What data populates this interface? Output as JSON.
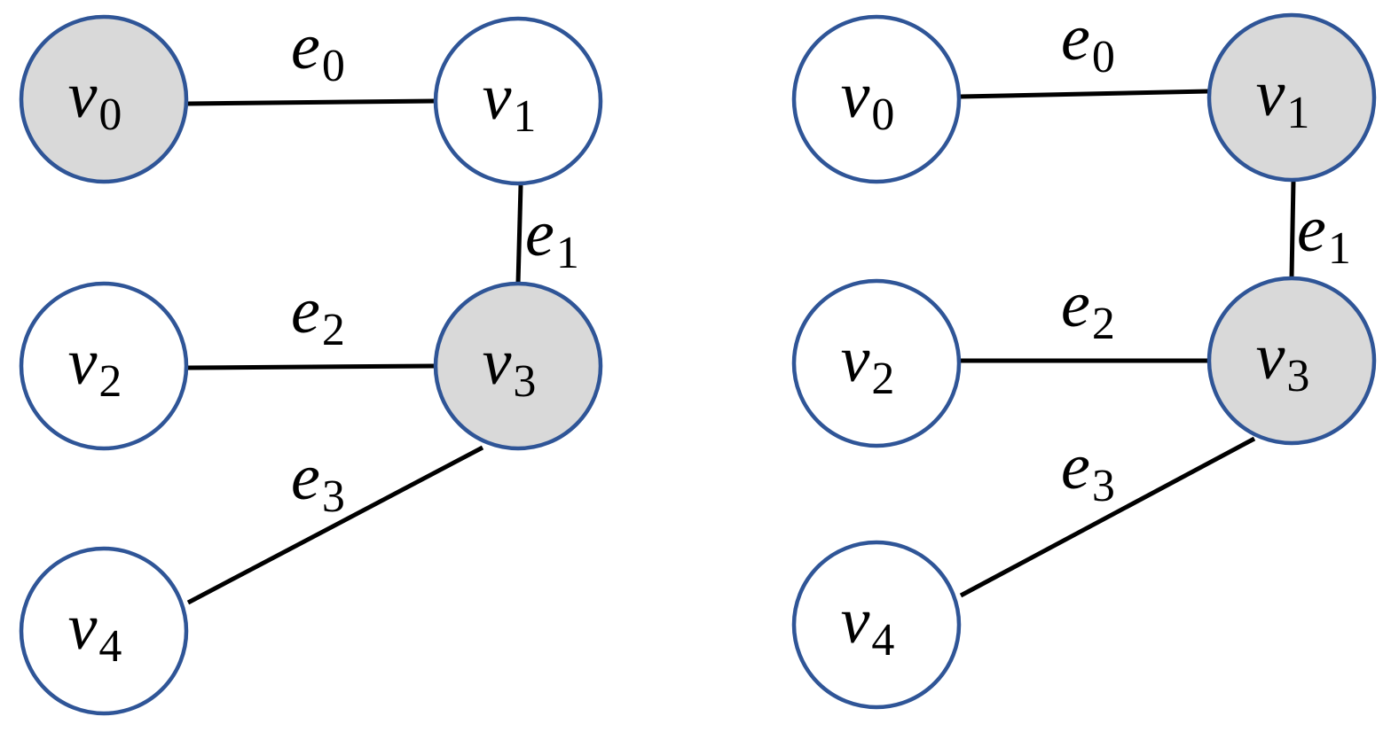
{
  "colors": {
    "node_stroke": "#2f5597",
    "selected_fill": "#d9d9d9",
    "unselected_fill": "#ffffff",
    "edge": "#000000",
    "text": "#000000"
  },
  "graphs": [
    {
      "id": "left",
      "nodes": [
        {
          "id": "v0",
          "letter": "v",
          "sub": "0",
          "selected": true
        },
        {
          "id": "v1",
          "letter": "v",
          "sub": "1",
          "selected": false
        },
        {
          "id": "v2",
          "letter": "v",
          "sub": "2",
          "selected": false
        },
        {
          "id": "v3",
          "letter": "v",
          "sub": "3",
          "selected": true
        },
        {
          "id": "v4",
          "letter": "v",
          "sub": "4",
          "selected": false
        }
      ],
      "edges": [
        {
          "id": "e0",
          "letter": "e",
          "sub": "0",
          "from": "v0",
          "to": "v1"
        },
        {
          "id": "e1",
          "letter": "e",
          "sub": "1",
          "from": "v1",
          "to": "v3"
        },
        {
          "id": "e2",
          "letter": "e",
          "sub": "2",
          "from": "v2",
          "to": "v3"
        },
        {
          "id": "e3",
          "letter": "e",
          "sub": "3",
          "from": "v3",
          "to": "v4"
        }
      ]
    },
    {
      "id": "right",
      "nodes": [
        {
          "id": "v0",
          "letter": "v",
          "sub": "0",
          "selected": false
        },
        {
          "id": "v1",
          "letter": "v",
          "sub": "1",
          "selected": true
        },
        {
          "id": "v2",
          "letter": "v",
          "sub": "2",
          "selected": false
        },
        {
          "id": "v3",
          "letter": "v",
          "sub": "3",
          "selected": true
        },
        {
          "id": "v4",
          "letter": "v",
          "sub": "4",
          "selected": false
        }
      ],
      "edges": [
        {
          "id": "e0",
          "letter": "e",
          "sub": "0",
          "from": "v0",
          "to": "v1"
        },
        {
          "id": "e1",
          "letter": "e",
          "sub": "1",
          "from": "v1",
          "to": "v3"
        },
        {
          "id": "e2",
          "letter": "e",
          "sub": "2",
          "from": "v2",
          "to": "v3"
        },
        {
          "id": "e3",
          "letter": "e",
          "sub": "3",
          "from": "v3",
          "to": "v4"
        }
      ]
    }
  ]
}
